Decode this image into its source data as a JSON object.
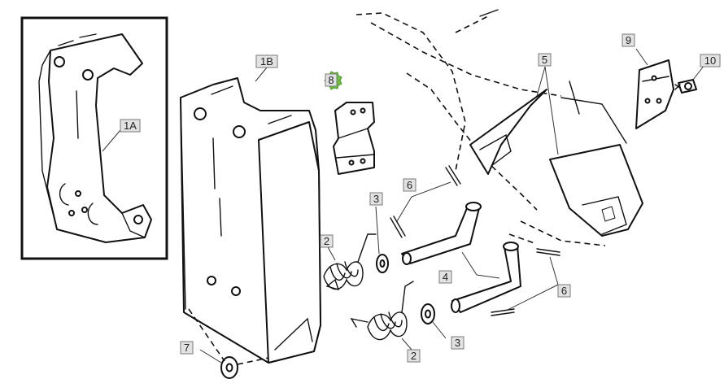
{
  "callouts": {
    "c1A": "1A",
    "c1B": "1B",
    "c2a": "2",
    "c2b": "2",
    "c3a": "3",
    "c3b": "3",
    "c4": "4",
    "c5": "5",
    "c6a": "6",
    "c6b": "6",
    "c7": "7",
    "c8": "8",
    "c9": "9",
    "c10": "10"
  },
  "colors": {
    "highlight_badge": "#6abf3a",
    "callout_fill": "#e2e2e2",
    "line": "#111111"
  },
  "highlighted_callout": "8"
}
